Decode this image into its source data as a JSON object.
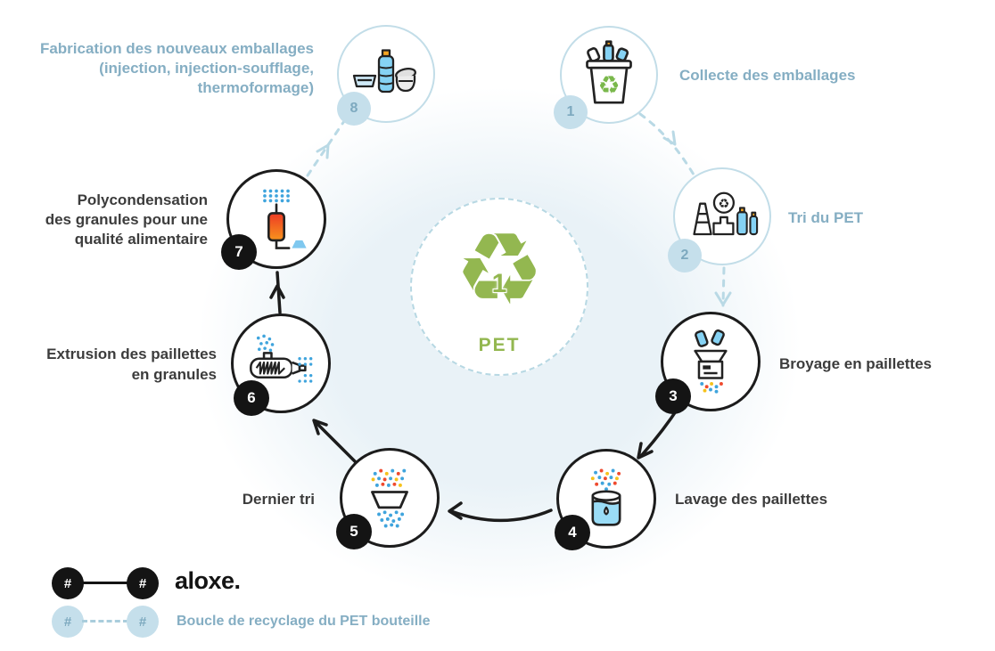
{
  "hub": {
    "recycle_symbol": "♻",
    "resin_number": "1",
    "material": "PET"
  },
  "steps": [
    {
      "number": "1",
      "style": "light",
      "icon": "collection-bin-icon",
      "label": "Collecte des emballages",
      "lines": [
        "Collecte des emballages"
      ]
    },
    {
      "number": "2",
      "style": "light",
      "icon": "sorting-facility-icon",
      "label": "Tri du PET",
      "lines": [
        "Tri du PET"
      ]
    },
    {
      "number": "3",
      "style": "dark",
      "icon": "grinder-icon",
      "label": "Broyage en paillettes",
      "lines": [
        "Broyage en paillettes"
      ]
    },
    {
      "number": "4",
      "style": "dark",
      "icon": "washing-tank-icon",
      "label": "Lavage des paillettes",
      "lines": [
        "Lavage des paillettes"
      ]
    },
    {
      "number": "5",
      "style": "dark",
      "icon": "final-sorting-icon",
      "label": "Dernier tri",
      "lines": [
        "Dernier tri"
      ]
    },
    {
      "number": "6",
      "style": "dark",
      "icon": "extruder-icon",
      "label": "Extrusion des paillettes en granules",
      "lines": [
        "Extrusion des paillettes",
        "en granules"
      ]
    },
    {
      "number": "7",
      "style": "dark",
      "icon": "polycondensation-reactor-icon",
      "label": "Polycondensation des granules pour une qualité alimentaire",
      "lines": [
        "Polycondensation",
        "des granules pour une",
        "qualité alimentaire"
      ]
    },
    {
      "number": "8",
      "style": "light",
      "icon": "new-packaging-icon",
      "label": "Fabrication des nouveaux emballages (injection, injection-soufflage, thermoformage)",
      "lines": [
        "Fabrication des nouveaux emballages",
        "(injection, injection-soufflage,",
        "thermoformage)"
      ]
    }
  ],
  "flow": {
    "sequence": [
      "1",
      "2",
      "3",
      "4",
      "5",
      "6",
      "7",
      "8"
    ],
    "dashed_blue_links": [
      "1→2",
      "2→3",
      "7→8"
    ],
    "solid_black_links": [
      "3→4",
      "4→5",
      "5→6",
      "6→7"
    ]
  },
  "legend": {
    "rows": [
      {
        "style": "solid-black",
        "symbol_left": "#",
        "symbol_right": "#",
        "label": "aloxe."
      },
      {
        "style": "dashed-blue",
        "symbol_left": "#",
        "symbol_right": "#",
        "label": "Boucle de recyclage du PET bouteille"
      }
    ]
  },
  "icons": {
    "recycle_glyph": "♻"
  },
  "colors": {
    "accent_blue_text": "#85aec3",
    "badge_light": "#c5dfeb",
    "badge_dark": "#141414",
    "dashed_arrow_blue": "#b9d9e5",
    "solid_arrow_black": "#1c1c1c",
    "green": "#93b750",
    "icon_bottle_blue": "#85d2f4",
    "dot_blue": "#3fa4dd",
    "dot_red": "#ef4a2e",
    "dot_yellow": "#f6c21c",
    "reactor_orange_top": "#ee3b24",
    "reactor_orange_bottom": "#f7941d",
    "dark_text": "#3c3c3c"
  }
}
